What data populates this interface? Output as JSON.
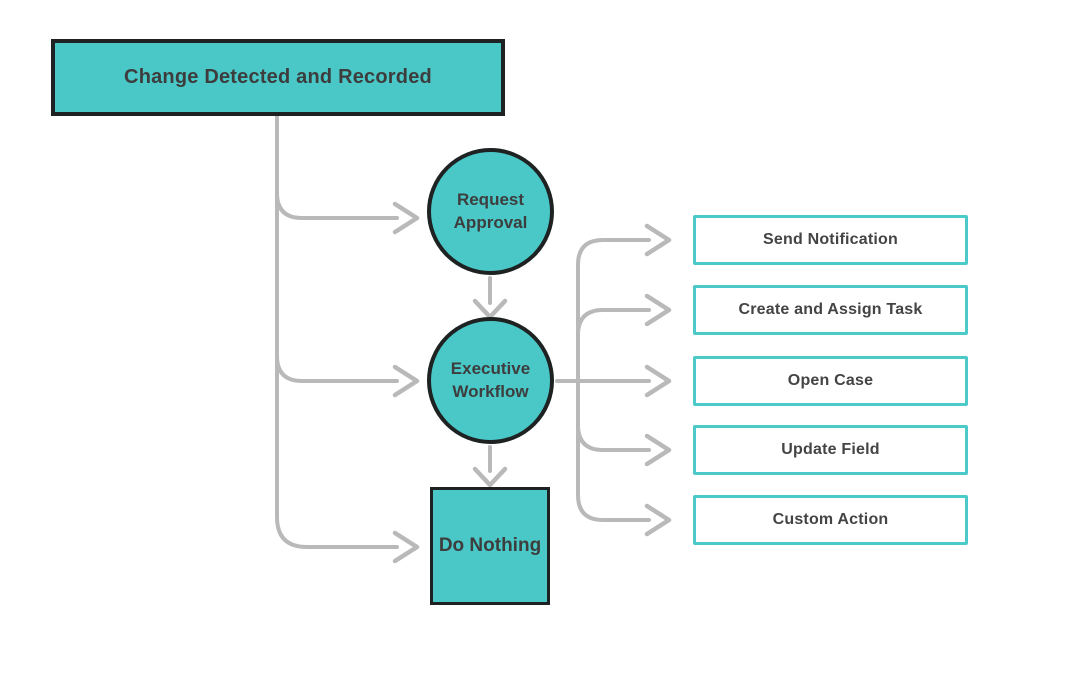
{
  "diagram": {
    "start": {
      "label": "Change Detected and Recorded"
    },
    "request_approval": {
      "label": "Request Approval"
    },
    "executive_workflow": {
      "label": "Executive Workflow"
    },
    "do_nothing": {
      "label": "Do Nothing"
    },
    "actions": [
      {
        "label": "Send Notification"
      },
      {
        "label": "Create and Assign Task"
      },
      {
        "label": "Open Case"
      },
      {
        "label": "Update Field"
      },
      {
        "label": "Custom Action"
      }
    ],
    "colors": {
      "node_fill": "#4AC8C8",
      "node_border": "#1E2222",
      "action_border": "#4CC9C9",
      "connector_gray": "#B9B9B9",
      "text": "#3D3D3D"
    }
  }
}
